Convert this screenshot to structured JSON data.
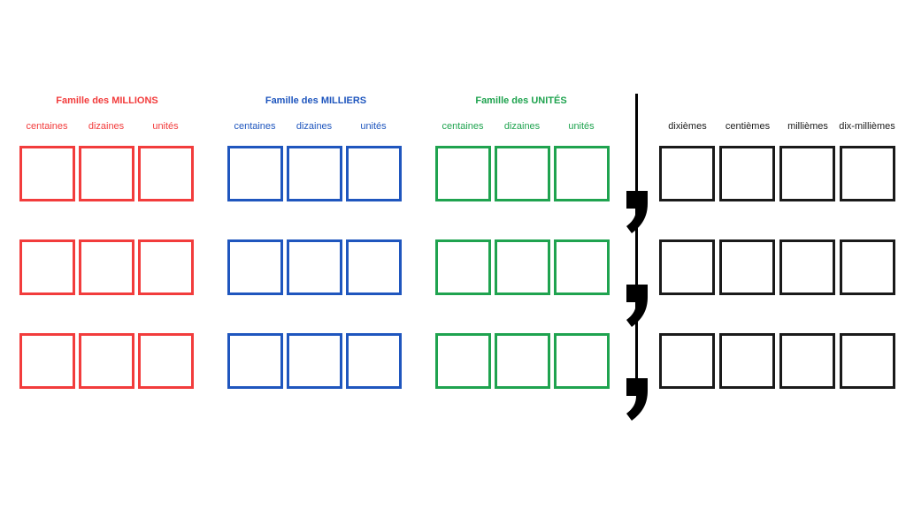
{
  "page": {
    "background": "#ffffff"
  },
  "sections": [
    {
      "name": "millions",
      "title": "Famille des MILLIONS",
      "color": "#f23c3c",
      "columns": [
        "centaines",
        "dizaines",
        "unités"
      ]
    },
    {
      "name": "milliers",
      "title": "Famille des MILLIERS",
      "color": "#1f56be",
      "columns": [
        "centaines",
        "dizaines",
        "unités"
      ]
    },
    {
      "name": "unites",
      "title": "Famille des UNITÉS",
      "color": "#1fa34f",
      "columns": [
        "centaines",
        "dizaines",
        "unités"
      ]
    },
    {
      "name": "decimales",
      "title": "",
      "color": "#1a1a1a",
      "columns": [
        "dixièmes",
        "centièmes",
        "millièmes",
        "dix-millièmes"
      ]
    }
  ],
  "separator": {
    "symbol": ",",
    "color": "#000000"
  },
  "rows_per_section": 3
}
